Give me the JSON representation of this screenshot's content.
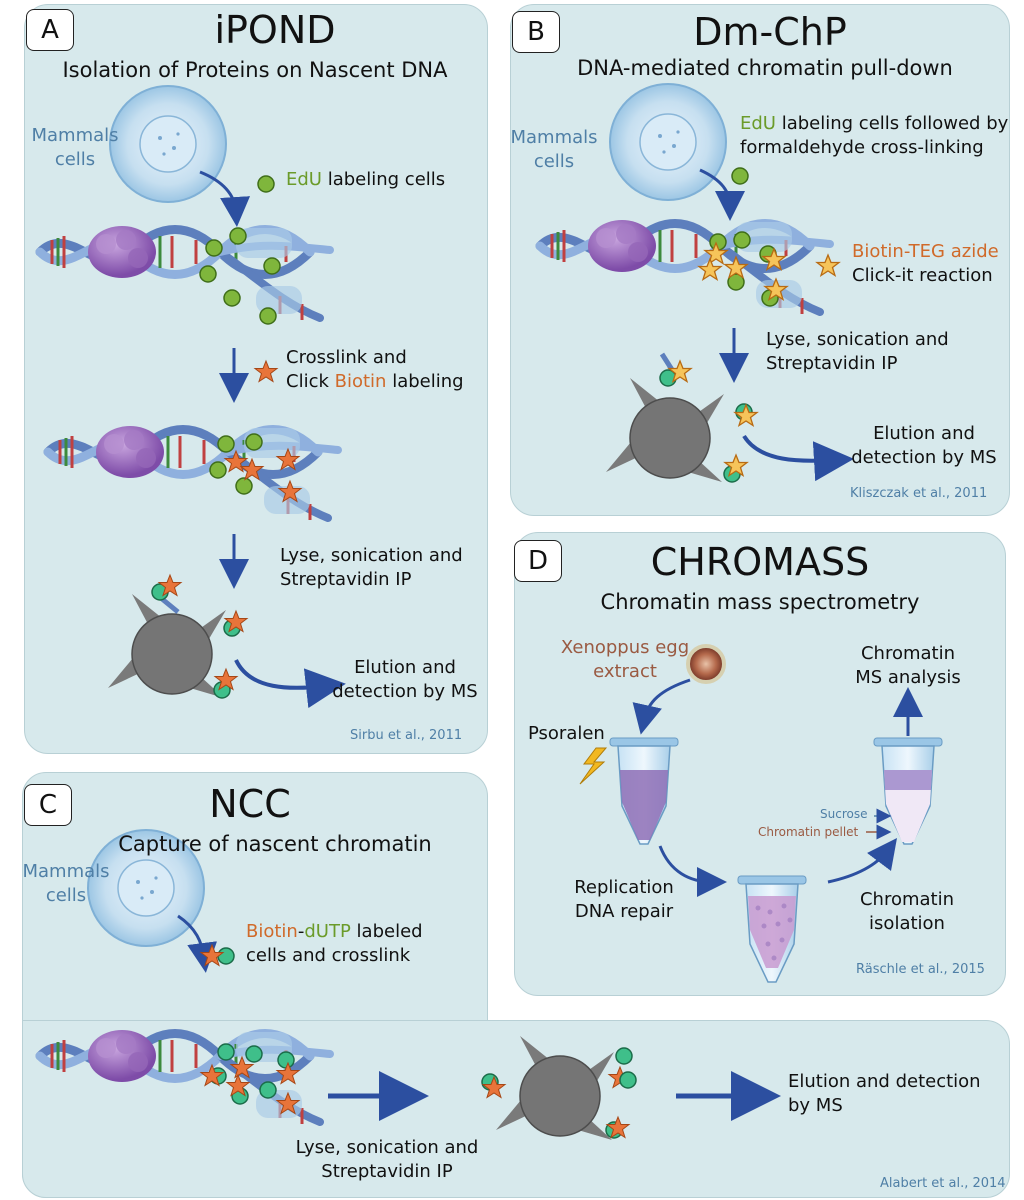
{
  "panel_a": {
    "letter": "A",
    "title": "iPOND",
    "subtitle": "Isolation of Proteins on Nascent DNA",
    "cells_line1": "Mammals",
    "cells_line2": "cells",
    "edu": "EdU",
    "edu_rest": "labeling cells",
    "step2_line1": "Crosslink and",
    "step2_pre": "Click",
    "step2_biotin": "Biotin",
    "step2_post": "labeling",
    "step3_line1": "Lyse, sonication and",
    "step3_line2": "Streptavidin IP",
    "step4_line1": "Elution and",
    "step4_line2": "detection by MS",
    "citation": "Sirbu et al., 2011"
  },
  "panel_b": {
    "letter": "B",
    "title": "Dm-ChP",
    "subtitle": "DNA-mediated chromatin pull-down",
    "cells_line1": "Mammals",
    "cells_line2": "cells",
    "edu": "EdU",
    "edu_rest": "labeling cells followed by",
    "edu_line2": "formaldehyde cross-linking",
    "biotin_teg": "Biotin-TEG azide",
    "click": "Click-it reaction",
    "step3_line1": "Lyse, sonication and",
    "step3_line2": "Streptavidin IP",
    "step4_line1": "Elution and",
    "step4_line2": "detection by MS",
    "citation": "Kliszczak et al., 2011"
  },
  "panel_c": {
    "letter": "C",
    "title": "NCC",
    "subtitle": "Capture of nascent chromatin",
    "cells_line1": "Mammals",
    "cells_line2": "cells",
    "biotin": "Biotin",
    "dash": "-",
    "dutp": "dUTP",
    "labeled": "labeled",
    "line2": "cells and crosslink",
    "step3_line1": "Lyse, sonication and",
    "step3_line2": "Streptavidin IP",
    "step4_line1": "Elution and detection",
    "step4_line2": "by MS",
    "citation": "Alabert et al., 2014"
  },
  "panel_d": {
    "letter": "D",
    "title": "CHROMASS",
    "subtitle": "Chromatin mass spectrometry",
    "egg_line1": "Xenoppus egg",
    "egg_line2": "extract",
    "psoralen": "Psoralen",
    "ms_line1": "Chromatin",
    "ms_line2": "MS analysis",
    "sucrose": "Sucrose",
    "pellet": "Chromatin pellet",
    "repl_line1": "Replication",
    "repl_line2": "DNA repair",
    "iso_line1": "Chromatin",
    "iso_line2": "isolation",
    "citation": "Räschle et al., 2015"
  }
}
